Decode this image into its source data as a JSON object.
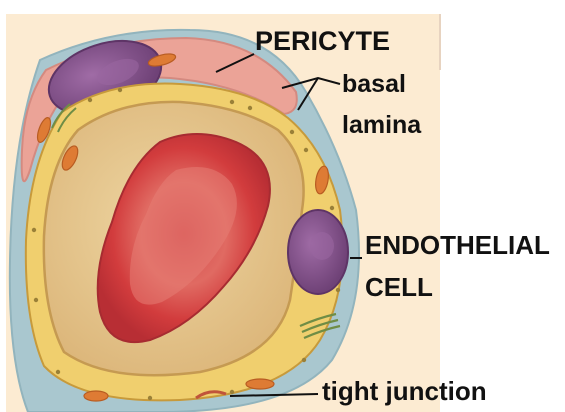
{
  "labels": {
    "pericyte": "PERICYTE",
    "basal_line1": "basal",
    "basal_line2": "lamina",
    "endothelial_line1": "ENDOTHELIAL",
    "endothelial_line2": "CELL",
    "tight_junction": "tight junction"
  },
  "colors": {
    "background": "#fcebd2",
    "basal_lamina": "#a9c7cf",
    "pericyte_cytoplasm": "#eba397",
    "endothelial_cytoplasm": "#f0cf6e",
    "lumen": "#e9cd93",
    "red_blood_cell": "#d2393a",
    "nucleus": "#8a5690",
    "mitochondria": "#de7b34",
    "golgi": "#6f8d45"
  }
}
